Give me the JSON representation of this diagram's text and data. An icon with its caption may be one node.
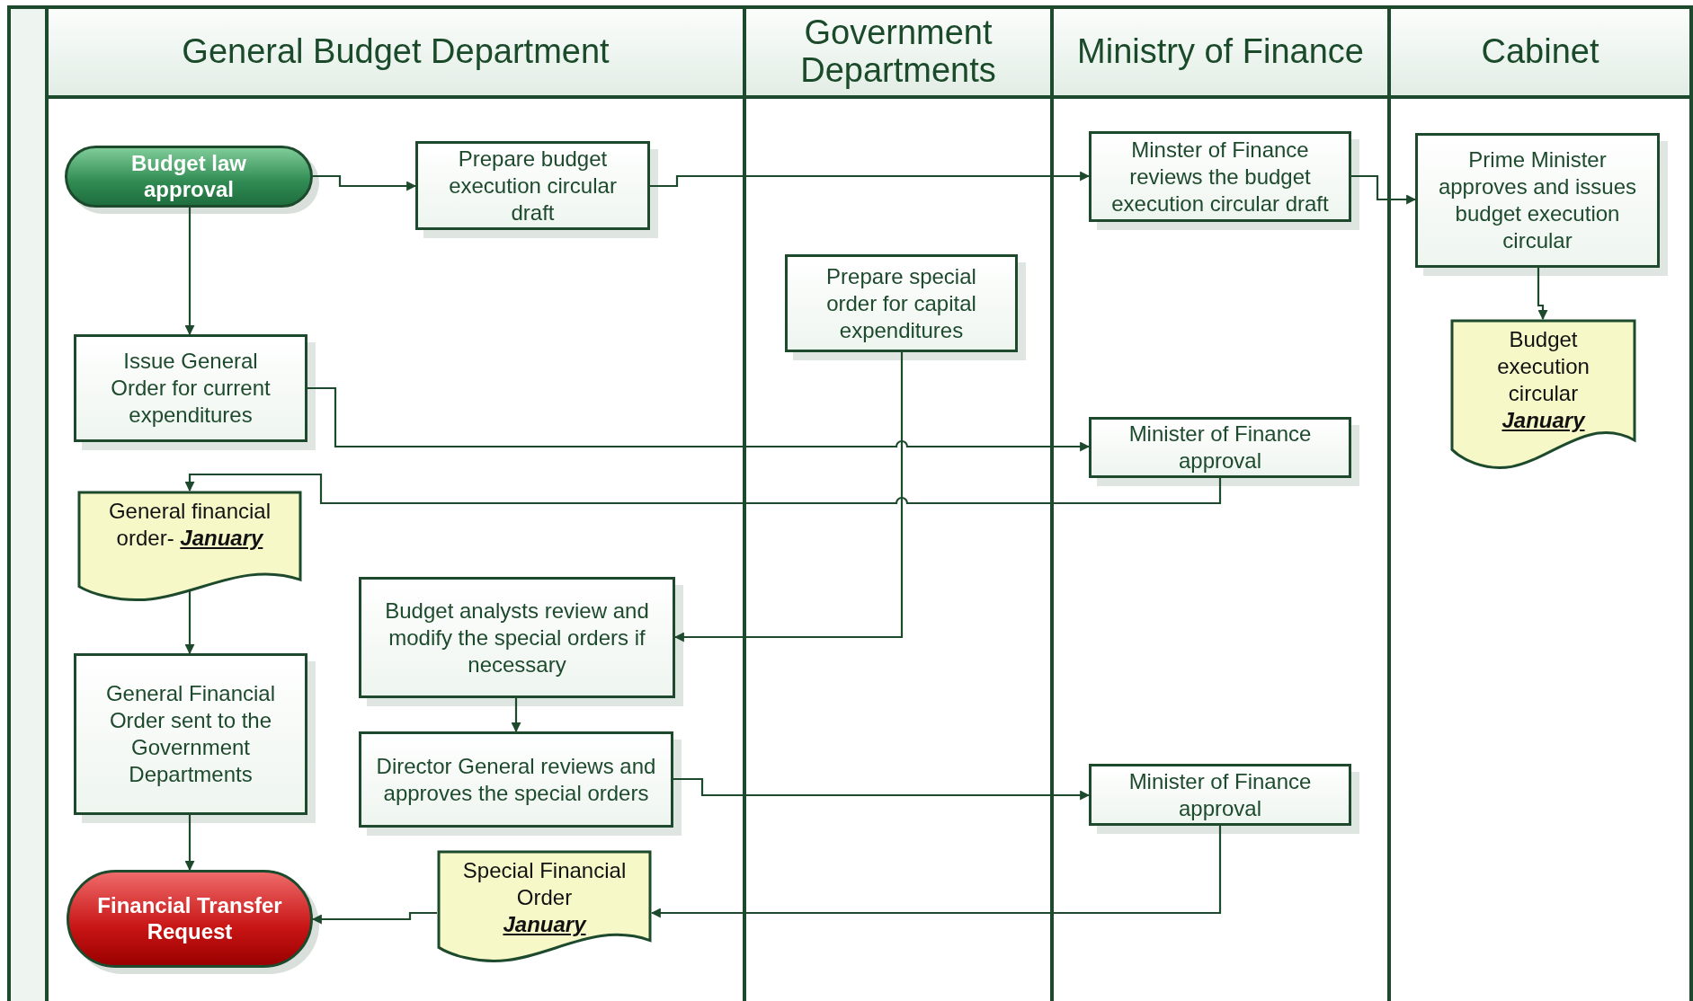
{
  "diagram": {
    "nodes": [
      {
        "text": [
          "General Budget Department"
        ]
      },
      {
        "text": [
          "Government Departments"
        ]
      },
      {
        "text": [
          "Ministry of Finance"
        ]
      },
      {
        "text": [
          "Cabinet"
        ]
      },
      {
        "text": [
          "Budget law approval"
        ],
        "in": 0
      },
      {
        "text": [
          "Prepare budget execution circular draft"
        ],
        "in": 0
      },
      {
        "text": [
          "Minster of Finance reviews the budget execution circular draft"
        ],
        "in": 2
      },
      {
        "text": [
          "Prime Minister approves and issues budget execution circular"
        ],
        "in": 3
      },
      {
        "text": [
          "Budget execution circular",
          "January"
        ],
        "in": 3
      },
      {
        "text": [
          "Prepare special order for capital expenditures"
        ],
        "in": 1
      },
      {
        "text": [
          "Issue General Order for current expenditures"
        ],
        "in": 0
      },
      {
        "text": [
          "Minister of Finance approval"
        ],
        "in": 2
      },
      {
        "text": [
          "General financial order-",
          "January"
        ],
        "in": 0
      },
      {
        "text": [
          "Budget analysts review and modify the special orders if necessary"
        ],
        "in": 0
      },
      {
        "text": [
          "General Financial Order sent to the Government Departments"
        ],
        "in": 0
      },
      {
        "text": [
          "Director General reviews and approves the special orders"
        ],
        "in": 0
      },
      {
        "text": [
          "Minister of Finance approval"
        ],
        "in": 2
      },
      {
        "text": [
          "Special Financial Order",
          "January"
        ],
        "in": 0
      },
      {
        "text": [
          "Financial Transfer Request"
        ],
        "in": 0
      }
    ],
    "edges": [
      {
        "from": 4,
        "to": 5,
        "arrow": "to"
      },
      {
        "from": 5,
        "to": 6,
        "arrow": "to"
      },
      {
        "from": 6,
        "to": 7,
        "arrow": "to"
      },
      {
        "from": 7,
        "to": 8,
        "arrow": "to"
      },
      {
        "from": 4,
        "to": 10,
        "arrow": "to"
      },
      {
        "from": 10,
        "to": 11,
        "arrow": "to"
      },
      {
        "from": 11,
        "to": 12,
        "arrow": "to"
      },
      {
        "from": 9,
        "to": 13,
        "arrow": "to"
      },
      {
        "from": 12,
        "to": 14,
        "arrow": "to"
      },
      {
        "from": 13,
        "to": 15,
        "arrow": "to"
      },
      {
        "from": 15,
        "to": 16,
        "arrow": "to"
      },
      {
        "from": 16,
        "to": 17,
        "arrow": "to"
      },
      {
        "from": 14,
        "to": 18,
        "arrow": "to"
      },
      {
        "from": 17,
        "to": 18,
        "arrow": "to"
      }
    ]
  }
}
